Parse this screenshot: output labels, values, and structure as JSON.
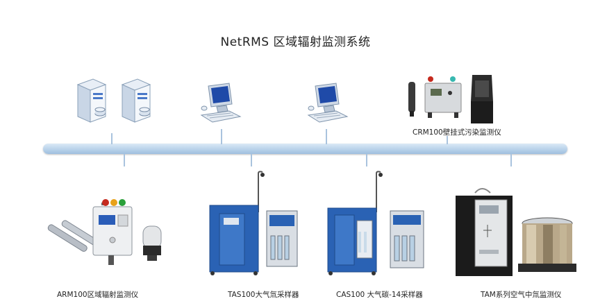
{
  "diagram": {
    "title": "NetRMS 区域辐射监测系统",
    "top_nodes": [
      {
        "type": "server",
        "icon": "server-icon"
      },
      {
        "type": "server",
        "icon": "server-icon"
      },
      {
        "type": "workstation",
        "icon": "computer-icon"
      },
      {
        "type": "workstation",
        "icon": "computer-icon"
      },
      {
        "type": "device",
        "label": "CRM100壁挂式污染监测仪",
        "icon": "wall-monitor-icon"
      }
    ],
    "bottom_nodes": [
      {
        "label": "ARM100区域辐射监测仪",
        "icon": "area-monitor-icon"
      },
      {
        "label": "TAS100大气氚采样器",
        "icon": "tritium-sampler-icon"
      },
      {
        "label": "CAS100 大气碳-14采样器",
        "icon": "carbon-sampler-icon"
      },
      {
        "label": "TAM系列空气中氚监测仪",
        "icon": "tritium-monitor-icon"
      }
    ],
    "colors": {
      "bus": "#b9d2ea",
      "cabinet_blue": "#2a5fb0",
      "cabinet_dark": "#1b1b1b"
    }
  }
}
